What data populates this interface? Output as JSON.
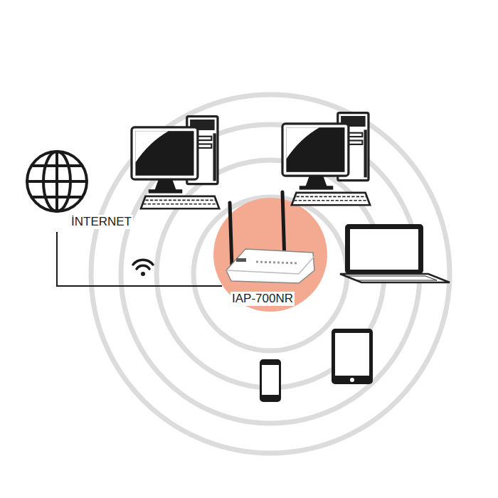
{
  "diagram": {
    "nodes": [
      {
        "text": [
          "İNTERNET"
        ]
      },
      {
        "text": [
          "IAP-700NR"
        ]
      }
    ],
    "edges": [
      {
        "from": 0,
        "to": 1,
        "arrow": "none"
      }
    ]
  }
}
